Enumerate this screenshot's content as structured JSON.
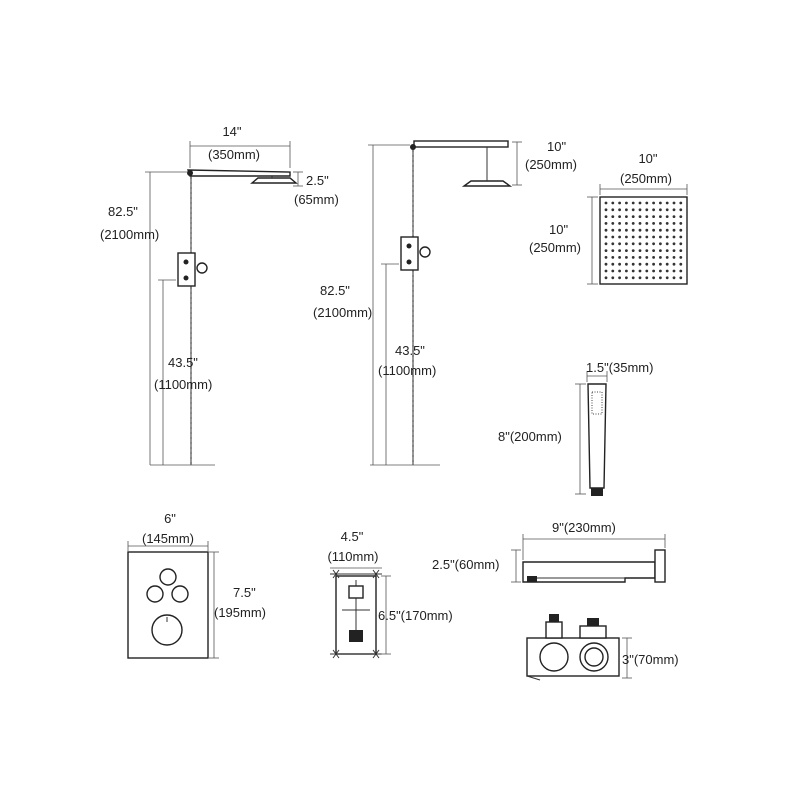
{
  "dimensions": {
    "shower1_arm_in": "14\"",
    "shower1_arm_mm": "(350mm)",
    "shower1_head_h_in": "2.5\"",
    "shower1_head_h_mm": "(65mm)",
    "shower1_total_in": "82.5\"",
    "shower1_total_mm": "(2100mm)",
    "shower1_valve_in": "43.5\"",
    "shower1_valve_mm": "(1100mm)",
    "shower2_drop_in": "10\"",
    "shower2_drop_mm": "(250mm)",
    "shower2_total_in": "82.5\"",
    "shower2_total_mm": "(2100mm)",
    "shower2_valve_in": "43.5\"",
    "shower2_valve_mm": "(1100mm)",
    "head_w_in": "10\"",
    "head_w_mm": "(250mm)",
    "head_h_in": "10\"",
    "head_h_mm": "(250mm)",
    "hand_w": "1.5\"(35mm)",
    "hand_l": "8\"(200mm)",
    "plate_w_in": "6\"",
    "plate_w_mm": "(145mm)",
    "plate_h_in": "7.5\"",
    "plate_h_mm": "(195mm)",
    "box_w_in": "4.5\"",
    "box_w_mm": "(110mm)",
    "box_h": "6.5\"(170mm)",
    "spout_l": "9\"(230mm)",
    "spout_h": "2.5\"(60mm)",
    "valve_d": "3\"(70mm)"
  }
}
